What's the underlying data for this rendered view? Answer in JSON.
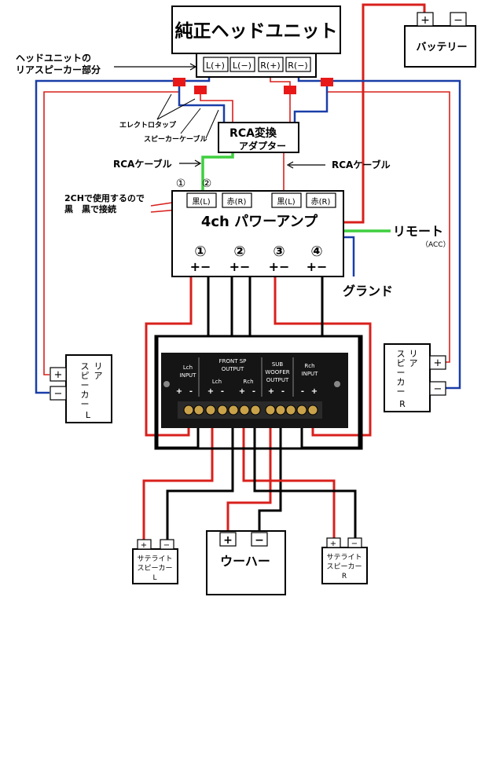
{
  "head_unit": {
    "title": "純正ヘッドユニット",
    "terminals": [
      "L(+)",
      "L(−)",
      "R(+)",
      "R(−)"
    ],
    "rear_label_1": "ヘッドユニットの",
    "rear_label_2": "リアスピーカー部分"
  },
  "battery": {
    "label": "バッテリー",
    "plus": "+",
    "minus": "−"
  },
  "labels": {
    "electro_tap": "エレクトロタップ",
    "speaker_cable": "スピーカーケーブル",
    "rca_cable_left": "RCAケーブル",
    "rca_cable_right": "RCAケーブル",
    "two_ch_1": "2CHで使用するので",
    "two_ch_2": "黒　黒で接続",
    "remote": "リモート",
    "acc": "（ACC）",
    "ground": "グランド"
  },
  "rca_adapter": {
    "line1": "RCA変換",
    "line2": "アダプター"
  },
  "amp": {
    "title": "4ch パワーアンプ",
    "inputs": [
      "黒(L)",
      "赤(R)",
      "黒(L)",
      "赤(R)"
    ],
    "input_numbers": [
      "①",
      "②"
    ],
    "channels": [
      "①",
      "②",
      "③",
      "④"
    ],
    "polarity": "+−"
  },
  "crossover": {
    "lch_input": [
      "Lch",
      "INPUT"
    ],
    "front_sp": [
      "FRONT SP",
      "OUTPUT"
    ],
    "front_lch": "Lch",
    "front_rch": "Rch",
    "sub": [
      "SUB",
      "WOOFER",
      "OUTPUT"
    ],
    "rch_input": [
      "Rch",
      "INPUT"
    ],
    "pm": [
      "+",
      "-",
      "+",
      "-",
      "+",
      "-",
      "+",
      "-",
      "-",
      "+"
    ]
  },
  "rear_left": {
    "text": [
      "リ",
      "ア",
      "ス",
      "ピ",
      "ー",
      "カ",
      "ー",
      "L"
    ],
    "plus": "+",
    "minus": "−"
  },
  "rear_right": {
    "text": [
      "リ",
      "ア",
      "ス",
      "ピ",
      "ー",
      "カ",
      "ー",
      "R"
    ],
    "plus": "+",
    "minus": "−"
  },
  "sat_left": {
    "line1": "サテライト",
    "line2": "スピーカー",
    "line3": "L",
    "plus": "+",
    "minus": "−"
  },
  "sat_right": {
    "line1": "サテライト",
    "line2": "スピーカー",
    "line3": "R",
    "plus": "+",
    "minus": "−"
  },
  "woofer": {
    "label": "ウーハー",
    "plus": "+",
    "minus": "−"
  }
}
